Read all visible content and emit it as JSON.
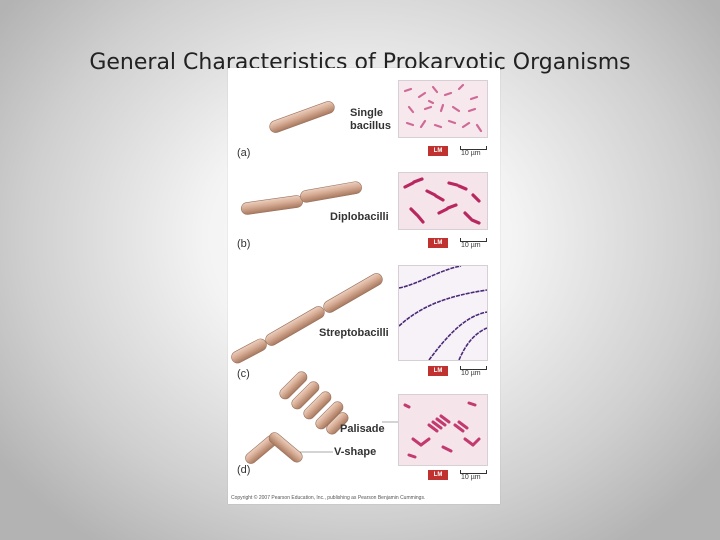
{
  "slide": {
    "title": "General Characteristics of Prokaryotic Organisms"
  },
  "figure": {
    "labels": {
      "single": "Single",
      "bacillus": "bacillus",
      "diplobacilli": "Diplobacilli",
      "streptobacilli": "Streptobacilli",
      "palisade": "Palisade",
      "vshape": "V-shape"
    },
    "parts": [
      "(a)",
      "(b)",
      "(c)",
      "(d)"
    ],
    "lm_badge": "LM",
    "scale": "10 µm",
    "copyright": "Copyright © 2007 Pearson Education, Inc., publishing as Pearson Benjamin Cummings."
  }
}
